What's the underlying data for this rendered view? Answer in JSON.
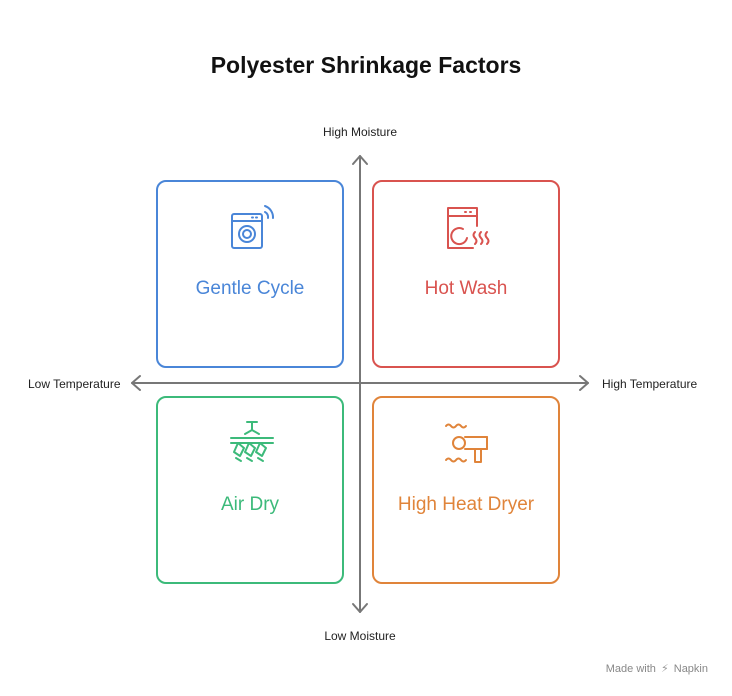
{
  "title": "Polyester Shrinkage Factors",
  "axes": {
    "top": "High Moisture",
    "bottom": "Low Moisture",
    "left": "Low Temperature",
    "right": "High Temperature"
  },
  "quadrants": {
    "top_left": {
      "label": "Gentle Cycle",
      "icon": "washing-machine-icon",
      "color": "#4a86d8"
    },
    "top_right": {
      "label": "Hot Wash",
      "icon": "hot-washer-icon",
      "color": "#d9534f"
    },
    "bottom_left": {
      "label": "Air Dry",
      "icon": "drying-rack-icon",
      "color": "#3cba7a"
    },
    "bottom_right": {
      "label": "High Heat Dryer",
      "icon": "hair-dryer-icon",
      "color": "#e0843a"
    }
  },
  "footer": {
    "made_with": "Made with",
    "brand": "Napkin"
  }
}
